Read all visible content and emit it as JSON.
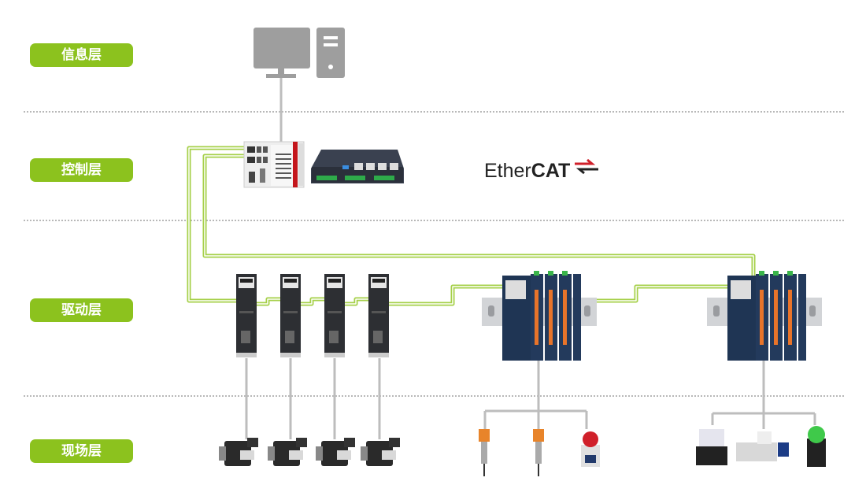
{
  "layers": [
    {
      "label": "信息层"
    },
    {
      "label": "控制层"
    },
    {
      "label": "驱动层"
    },
    {
      "label": "现场层"
    }
  ],
  "logo": {
    "part1": "Ether",
    "part2": "CAT"
  },
  "colors": {
    "layer_badge": "#8cc21e",
    "ethercat_cable": "#a6d04a",
    "wire": "#bdbdbd",
    "ethercat_red": "#d0202a"
  }
}
